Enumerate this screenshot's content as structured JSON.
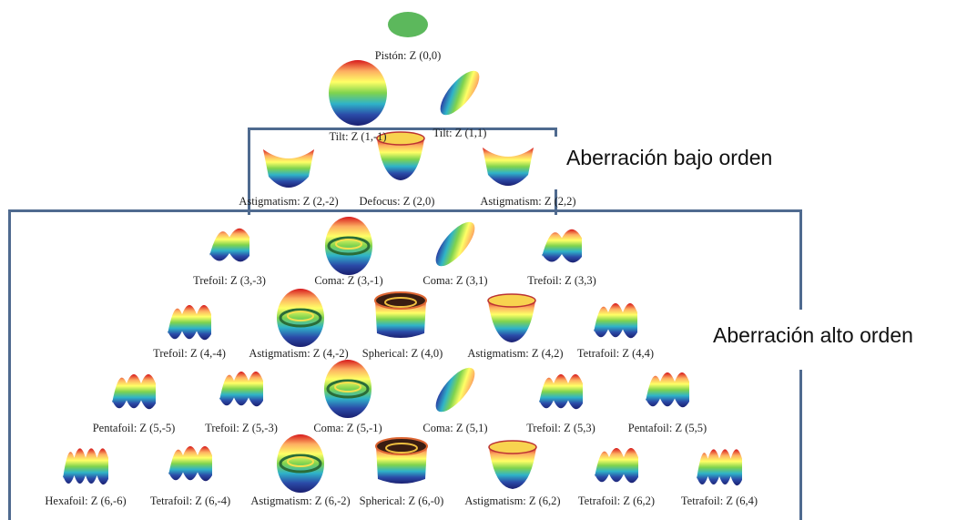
{
  "colors": {
    "box": "#4f6a8f",
    "piston": "#5cb85c",
    "gradient": [
      "#d7191c",
      "#fdae61",
      "#ffff66",
      "#7fd34e",
      "#2fb3c8",
      "#2b4ba8",
      "#1a1f70"
    ]
  },
  "regions": {
    "low": "Aberración bajo orden",
    "high": "Aberración alto orden"
  },
  "terms": [
    {
      "id": "z-0-0",
      "label": "Pistón: Z (0,0)",
      "shape": "disk"
    },
    {
      "id": "z-1-m1",
      "label": "Tilt: Z (1,-1)",
      "shape": "ellipsoid"
    },
    {
      "id": "z-1-1",
      "label": "Tilt: Z (1,1)",
      "shape": "diagonal-lens"
    },
    {
      "id": "z-2-m2",
      "label": "Astigmatism: Z (2,-2)",
      "shape": "saddle"
    },
    {
      "id": "z-2-0",
      "label": "Defocus: Z (2,0)",
      "shape": "bowl"
    },
    {
      "id": "z-2-2",
      "label": "Astigmatism: Z (2,2)",
      "shape": "saddle"
    },
    {
      "id": "z-3-m3",
      "label": "Trefoil: Z (3,-3)",
      "shape": "wavy-2"
    },
    {
      "id": "z-3-m1",
      "label": "Coma: Z (3,-1)",
      "shape": "ring-ellipsoid"
    },
    {
      "id": "z-3-1",
      "label": "Coma: Z (3,1)",
      "shape": "diagonal-lens"
    },
    {
      "id": "z-3-3",
      "label": "Trefoil: Z (3,3)",
      "shape": "wavy-2"
    },
    {
      "id": "z-4-m4",
      "label": "Trefoil: Z (4,-4)",
      "shape": "wavy-3"
    },
    {
      "id": "z-4-m2",
      "label": "Astigmatism: Z (4,-2)",
      "shape": "ring-ellipsoid"
    },
    {
      "id": "z-4-0",
      "label": "Spherical: Z (4,0)",
      "shape": "ring-bowl"
    },
    {
      "id": "z-4-2",
      "label": "Astigmatism: Z (4,2)",
      "shape": "bowl"
    },
    {
      "id": "z-4-4",
      "label": "Tetrafoil: Z (4,4)",
      "shape": "wavy-3"
    },
    {
      "id": "z-5-m5",
      "label": "Pentafoil: Z (5,-5)",
      "shape": "wavy-3"
    },
    {
      "id": "z-5-m3",
      "label": "Trefoil: Z (5,-3)",
      "shape": "wavy-3"
    },
    {
      "id": "z-5-m1",
      "label": "Coma: Z (5,-1)",
      "shape": "ring-ellipsoid"
    },
    {
      "id": "z-5-1",
      "label": "Coma: Z (5,1)",
      "shape": "diagonal-lens"
    },
    {
      "id": "z-5-3",
      "label": "Trefoil: Z (5,3)",
      "shape": "wavy-3"
    },
    {
      "id": "z-5-5",
      "label": "Pentafoil: Z (5,5)",
      "shape": "wavy-3"
    },
    {
      "id": "z-6-m6",
      "label": "Hexafoil: Z (6,-6)",
      "shape": "wavy-4"
    },
    {
      "id": "z-6-m4",
      "label": "Tetrafoil: Z (6,-4)",
      "shape": "wavy-3"
    },
    {
      "id": "z-6-m2",
      "label": "Astigmatism: Z (6,-2)",
      "shape": "ring-ellipsoid"
    },
    {
      "id": "z-6-0",
      "label": "Spherical: Z (6,-0)",
      "shape": "ring-bowl"
    },
    {
      "id": "z-6-2a",
      "label": "Astigmatism: Z (6,2)",
      "shape": "bowl"
    },
    {
      "id": "z-6-2b",
      "label": "Tetrafoil: Z (6,2)",
      "shape": "wavy-3"
    },
    {
      "id": "z-6-4",
      "label": "Tetrafoil: Z (6,4)",
      "shape": "wavy-4"
    }
  ]
}
